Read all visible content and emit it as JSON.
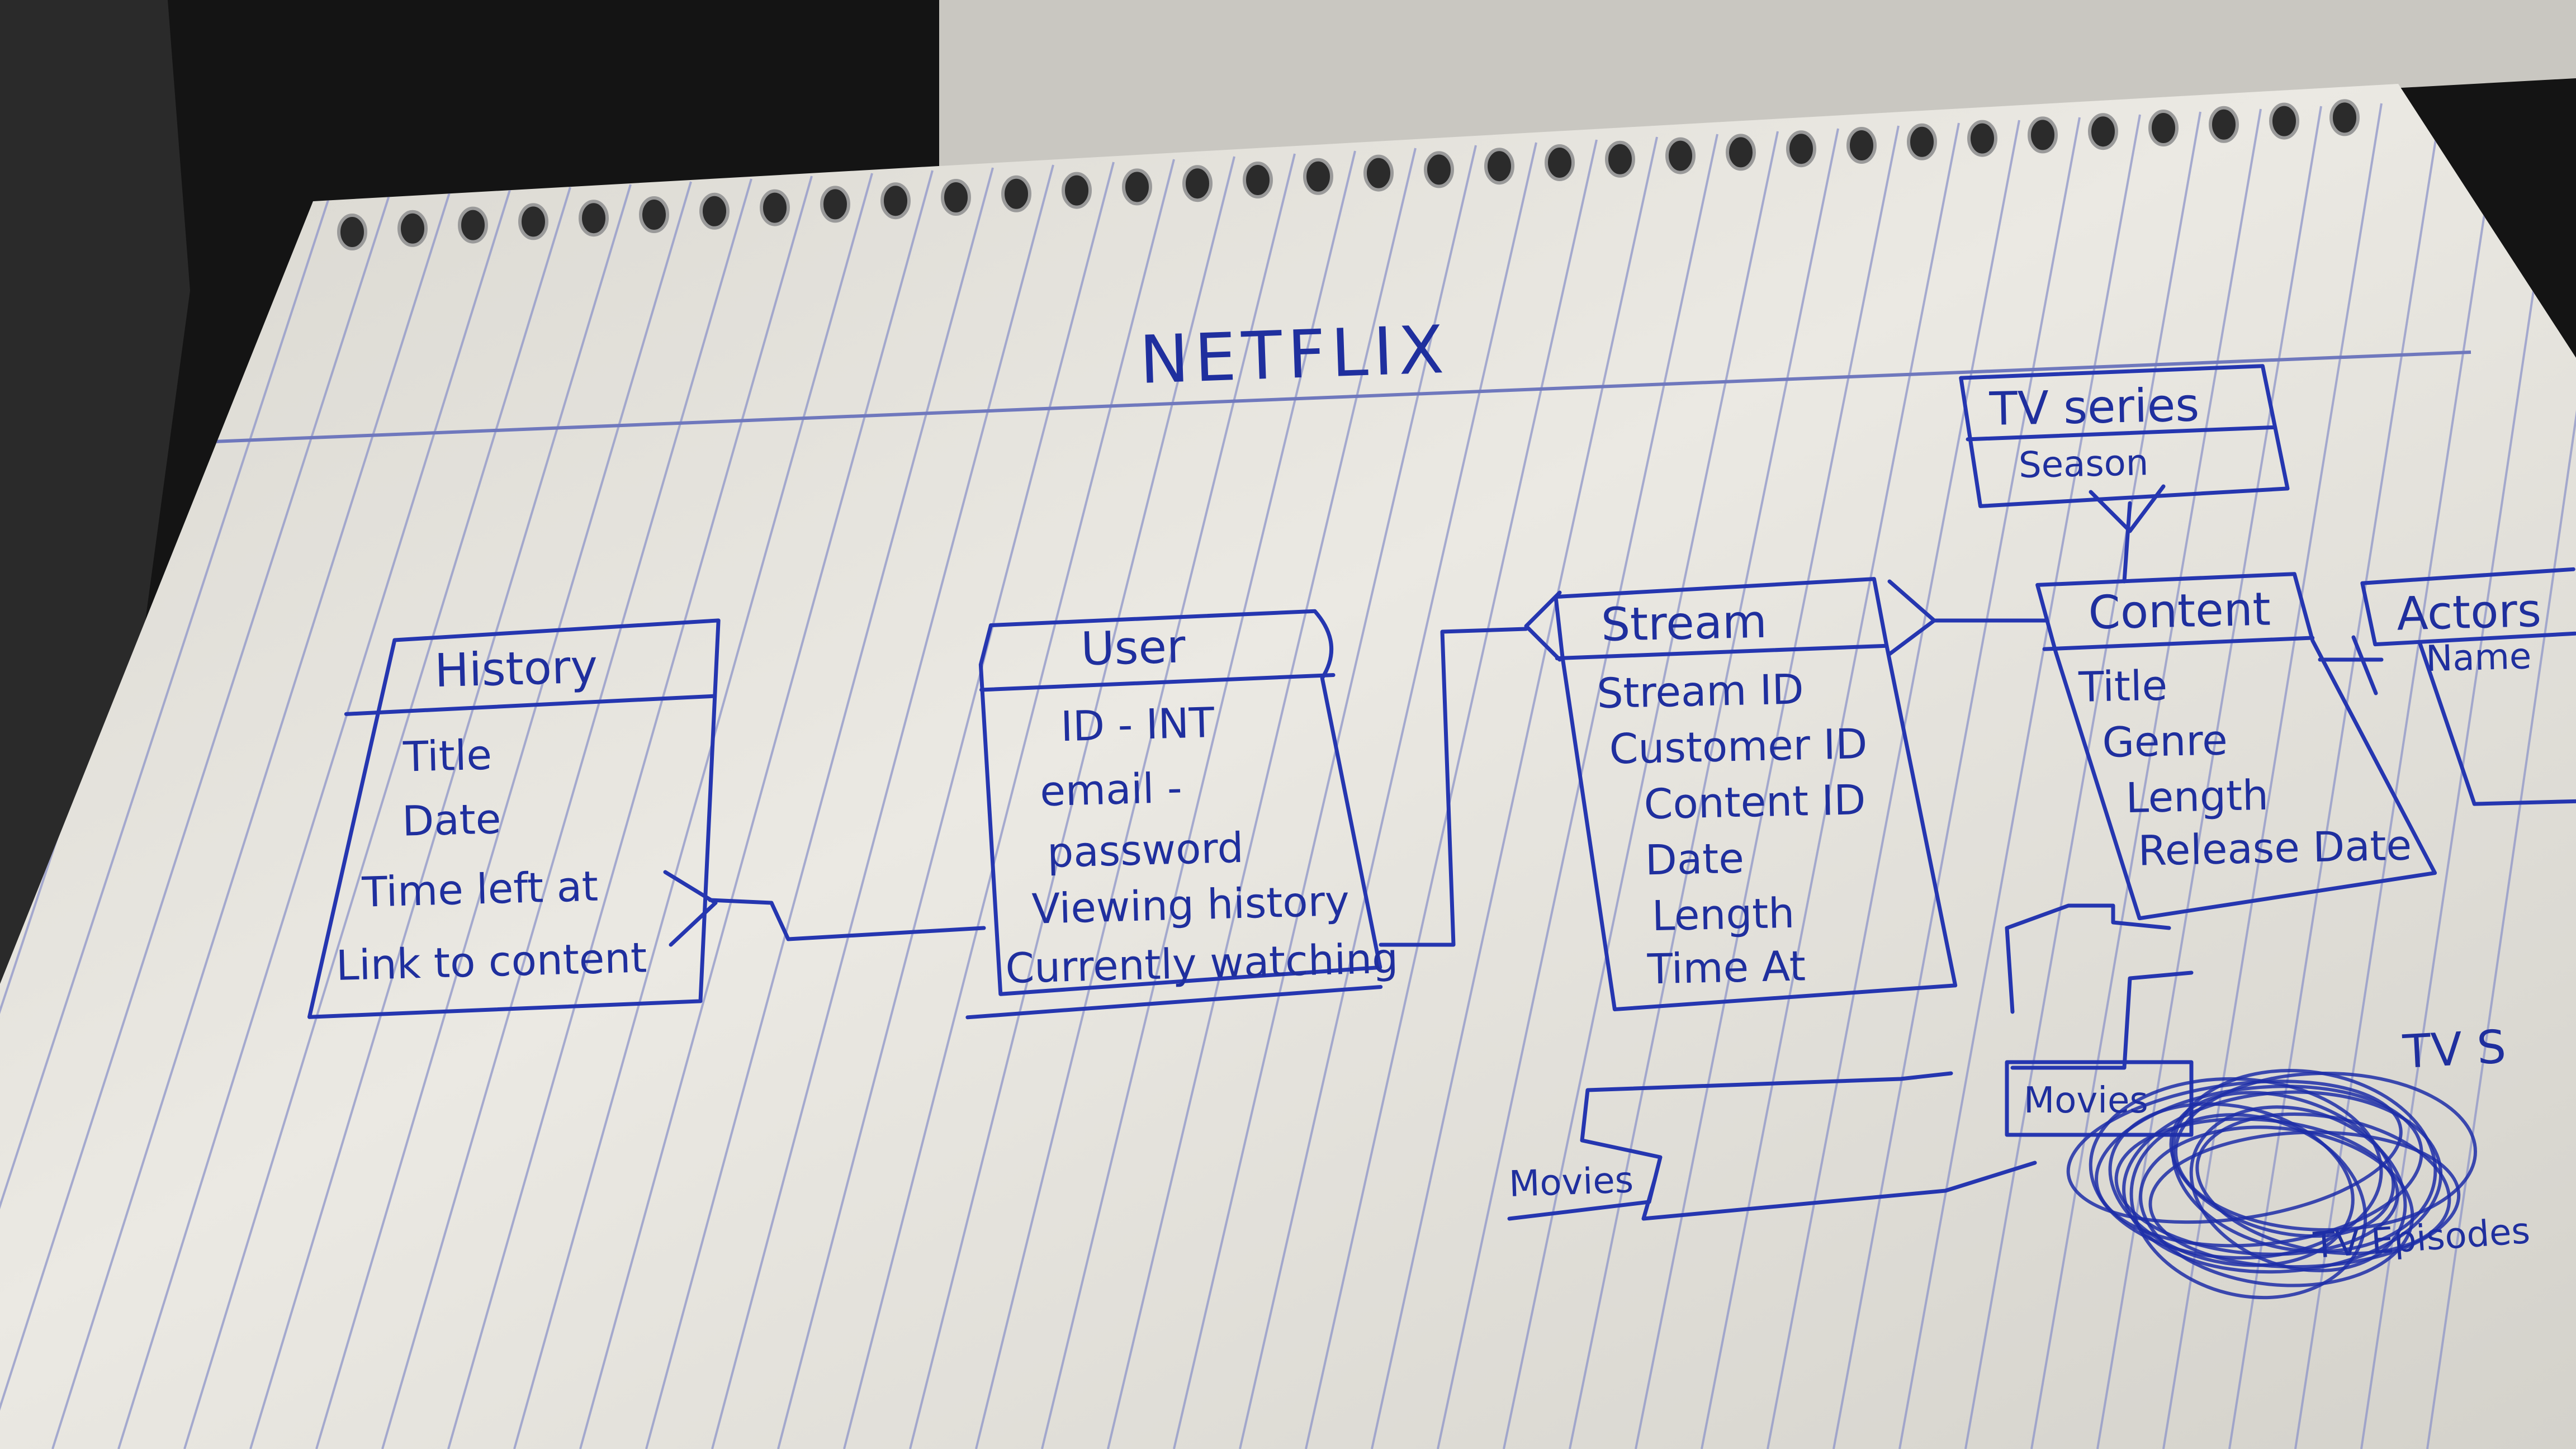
{
  "title": "NETFLIX",
  "entities": {
    "history": {
      "name": "History",
      "attributes": [
        "Title",
        "Date",
        "Time left at",
        "Link to content"
      ]
    },
    "user": {
      "name": "User",
      "attributes": [
        "ID - INT",
        "email -",
        "password",
        "Viewing history",
        "Currently watching"
      ]
    },
    "stream": {
      "name": "Stream",
      "attributes": [
        "Stream ID",
        "Customer ID",
        "Content ID",
        "Date",
        "Length",
        "Time At"
      ]
    },
    "content": {
      "name": "Content",
      "attributes": [
        "Title",
        "Genre",
        "Length",
        "Release Date"
      ]
    },
    "tv_series": {
      "name": "TV series",
      "attributes": [
        "Season"
      ]
    },
    "actors": {
      "name": "Actors",
      "attributes": [
        "Name"
      ]
    }
  },
  "labels": {
    "movies": "Movies",
    "movies_box": "Movies",
    "tv_episodes": "TV Episodes",
    "tv_s": "TV S"
  },
  "colors": {
    "paper": "#e9e7e1",
    "ink": "#2536b0",
    "rule_line": "#8e95c8",
    "background": "#141414"
  }
}
